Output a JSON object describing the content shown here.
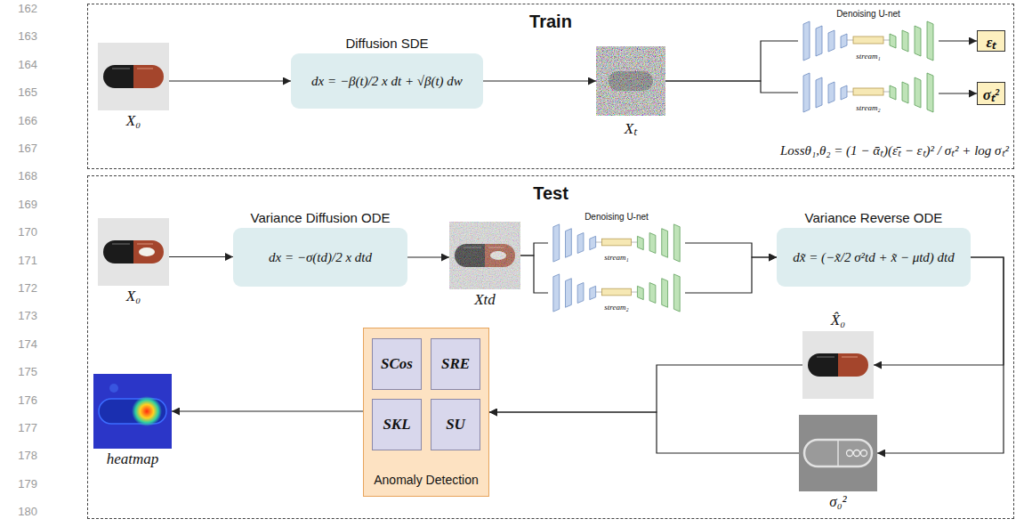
{
  "diagram": {
    "nodes": [
      {
        "text": [
          "Train"
        ]
      },
      {
        "text": [
          "X₀"
        ],
        "in": 0
      },
      {
        "text": [
          "Diffusion SDE",
          "dx = −β(t)/2 x dt + √β(t) dw"
        ],
        "in": 0
      },
      {
        "text": [
          "Xₜ"
        ],
        "in": 0
      },
      {
        "text": [
          "Denoising U-net",
          "stream₁"
        ],
        "in": 0
      },
      {
        "text": [
          "stream₂"
        ],
        "in": 0
      },
      {
        "text": [
          "εₜ"
        ],
        "in": 0
      },
      {
        "text": [
          "σₜ²"
        ],
        "in": 0
      },
      {
        "text": [
          "Test"
        ]
      },
      {
        "text": [
          "X₀"
        ],
        "in": 8
      },
      {
        "text": [
          "Variance Diffusion ODE",
          "dx = −σ(td)/2 x dtd"
        ],
        "in": 8
      },
      {
        "text": [
          "Xtd"
        ],
        "in": 8
      },
      {
        "text": [
          "Denoising U-net",
          "stream₁"
        ],
        "in": 8
      },
      {
        "text": [
          "stream₂"
        ],
        "in": 8
      },
      {
        "text": [
          "Variance Reverse ODE",
          "dx̃ = (−x̃/2 σ²td + x̃ − μtd) dtd"
        ],
        "in": 8
      },
      {
        "text": [
          "X̂₀"
        ],
        "in": 8
      },
      {
        "text": [
          "σ₀²"
        ],
        "in": 8
      },
      {
        "text": [
          "Anomaly Detection"
        ],
        "in": 8
      },
      {
        "text": [
          "SCos"
        ],
        "in": 17
      },
      {
        "text": [
          "SRE"
        ],
        "in": 17
      },
      {
        "text": [
          "SKL"
        ],
        "in": 17
      },
      {
        "text": [
          "SU"
        ],
        "in": 17
      },
      {
        "text": [
          "heatmap"
        ],
        "in": 8
      }
    ],
    "edges": [
      {
        "from": 1,
        "to": 2,
        "arrow": "to"
      },
      {
        "from": 2,
        "to": 3,
        "arrow": "to"
      },
      {
        "from": 3,
        "to": 4,
        "arrow": "none"
      },
      {
        "from": 3,
        "to": 5,
        "arrow": "none"
      },
      {
        "from": 4,
        "to": 6,
        "arrow": "to"
      },
      {
        "from": 5,
        "to": 7,
        "arrow": "to"
      },
      {
        "from": 9,
        "to": 10,
        "arrow": "to"
      },
      {
        "from": 10,
        "to": 11,
        "arrow": "to"
      },
      {
        "from": 11,
        "to": 12,
        "arrow": "none"
      },
      {
        "from": 11,
        "to": 13,
        "arrow": "none"
      },
      {
        "from": 12,
        "to": 14,
        "arrow": "to"
      },
      {
        "from": 13,
        "to": 14,
        "arrow": "to"
      },
      {
        "from": 14,
        "to": 15,
        "arrow": "to"
      },
      {
        "from": 14,
        "to": 16,
        "arrow": "to"
      },
      {
        "from": 15,
        "to": 17,
        "arrow": "to"
      },
      {
        "from": 16,
        "to": 17,
        "arrow": "to"
      },
      {
        "from": 17,
        "to": 22,
        "arrow": "to"
      }
    ],
    "labels": [
      "162",
      "163",
      "164",
      "165",
      "166",
      "167",
      "168",
      "169",
      "170",
      "171",
      "172",
      "173",
      "174",
      "175",
      "176",
      "177",
      "178",
      "179",
      "180",
      "Lossθ₁,θ₂ = (1 − ᾱₜ)(ε̄ₜ − εₜ)² / σₜ² + log σₜ²"
    ]
  }
}
